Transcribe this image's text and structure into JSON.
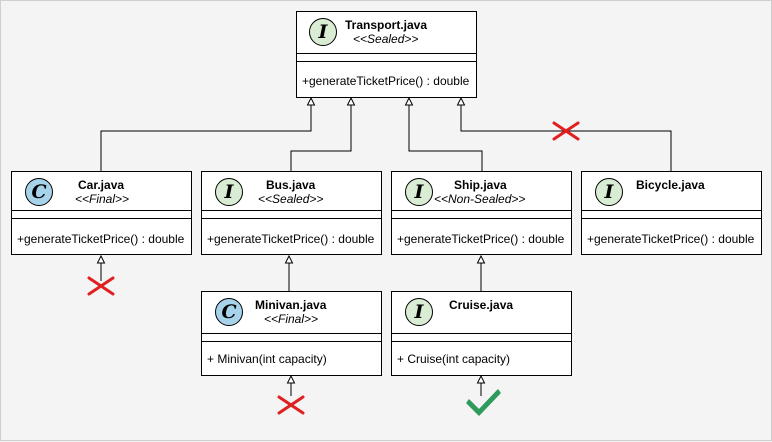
{
  "nodes": {
    "transport": {
      "kind": "interface",
      "badge": "I",
      "name": "Transport.java",
      "stereotype": "<<Sealed>>",
      "member": "+generateTicketPrice() : double"
    },
    "car": {
      "kind": "class",
      "badge": "C",
      "name": "Car.java",
      "stereotype": "<<Final>>",
      "member": "+generateTicketPrice() : double"
    },
    "bus": {
      "kind": "interface",
      "badge": "I",
      "name": "Bus.java",
      "stereotype": "<<Sealed>>",
      "member": "+generateTicketPrice() : double"
    },
    "ship": {
      "kind": "interface",
      "badge": "I",
      "name": "Ship.java",
      "stereotype": "<<Non-Sealed>>",
      "member": "+generateTicketPrice() : double"
    },
    "bicycle": {
      "kind": "interface",
      "badge": "I",
      "name": "Bicycle.java",
      "stereotype": "",
      "member": "+generateTicketPrice() : double"
    },
    "minivan": {
      "kind": "class",
      "badge": "C",
      "name": "Minivan.java",
      "stereotype": "<<Final>>",
      "member": "+ Minivan(int capacity)"
    },
    "cruise": {
      "kind": "interface",
      "badge": "I",
      "name": "Cruise.java",
      "stereotype": "",
      "member": "+ Cruise(int capacity)"
    }
  },
  "relations": [
    {
      "from": "car",
      "to": "transport",
      "type": "realization"
    },
    {
      "from": "bus",
      "to": "transport",
      "type": "realization"
    },
    {
      "from": "ship",
      "to": "transport",
      "type": "realization"
    },
    {
      "from": "bicycle",
      "to": "transport",
      "type": "realization",
      "status": "not-allowed"
    },
    {
      "from": "minivan",
      "to": "bus",
      "type": "realization"
    },
    {
      "from": "cruise",
      "to": "ship",
      "type": "realization"
    }
  ],
  "extension_markers": [
    {
      "target": "car",
      "status": "not-allowed",
      "symbol": "✕",
      "color": "#e02020"
    },
    {
      "target": "minivan",
      "status": "not-allowed",
      "symbol": "✕",
      "color": "#e02020"
    },
    {
      "target": "cruise",
      "status": "allowed",
      "symbol": "✓",
      "color": "#2e9b5c"
    }
  ],
  "colors": {
    "interface_badge": "#d9ecd4",
    "class_badge": "#a7d3ea",
    "cross": "#e02020",
    "check": "#2e9b5c"
  }
}
